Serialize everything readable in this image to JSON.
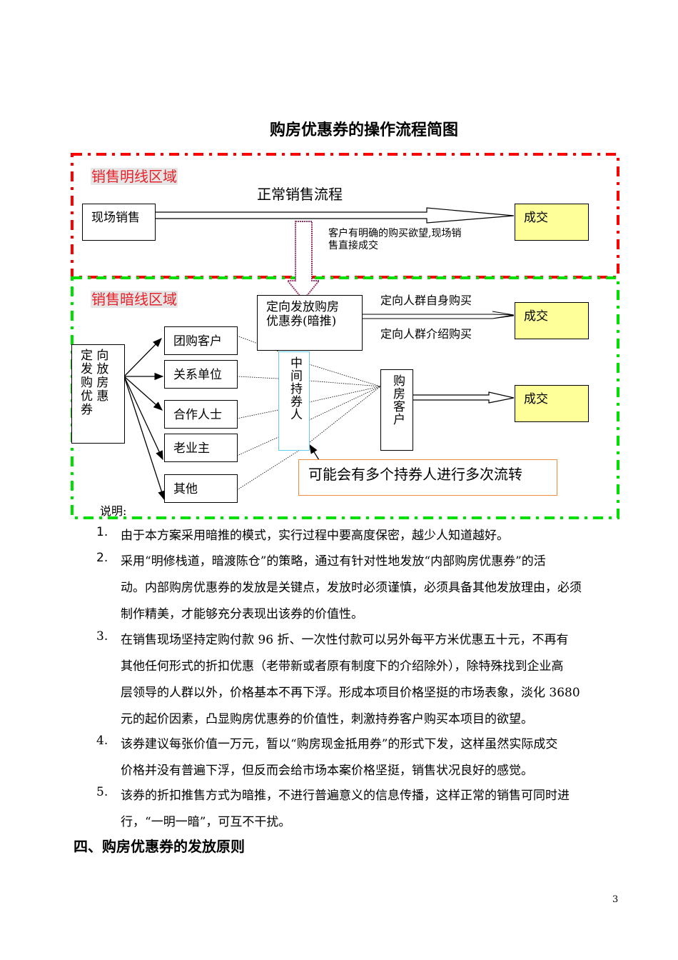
{
  "title": "购房优惠券的操作流程简图",
  "diagram": {
    "zone_open": "销售明线区域",
    "zone_hidden": "销售暗线区域",
    "normal_flow": "正常销售流程",
    "onsite_sales": "现场销售",
    "deal": "成交",
    "note_direct": [
      "客户有明确的购买欲望,现场销",
      "售直接成交"
    ],
    "targeted_issue": [
      "定向发放购房",
      "优惠券(暗推)"
    ],
    "self_buy": "定向人群自身购买",
    "referral_buy": "定向人群介绍购买",
    "left_box": [
      "定 向",
      "发 放",
      "购 房",
      "优 惠",
      "券"
    ],
    "groups": [
      "团购客户",
      "关系单位",
      "合作人士",
      "老业主",
      "其他"
    ],
    "middle_holder": "中间持券人",
    "buyer": "购房客户",
    "callout": "可能会有多个持券人进行多次流转",
    "explain": "说明:",
    "colors": {
      "red_zone": "#ff0000",
      "green_zone": "#00e000",
      "deal_fill": "#ffff99",
      "callout_border": "#f08c3c",
      "holder_border": "#66ccee",
      "down_arrow": "#993366"
    }
  },
  "list": [
    {
      "num": "1.",
      "lines": [
        "由于本方案采用暗推的模式，实行过程中要高度保密，越少人知道越好。"
      ]
    },
    {
      "num": "2.",
      "lines": [
        "采用“明修栈道，暗渡陈仓”的策略，通过有针对性地发放“内部购房优惠券”的活",
        "动。内部购房优惠券的发放是关键点，发放时必须谨慎，必须具备其他发放理由，必须",
        "制作精美，才能够充分表现出该券的价值性。"
      ]
    },
    {
      "num": "3.",
      "lines": [
        "在销售现场坚持定购付款 96 折、一次性付款可以另外每平方米优惠五十元，不再有",
        "其他任何形式的折扣优惠（老带新或者原有制度下的介绍除外），除特殊找到企业高",
        "层领导的人群以外，价格基本不再下浮。形成本项目价格坚挺的市场表象，淡化 3680",
        "元的起价因素，凸显购房优惠券的价值性，刺激持券客户购买本项目的欲望。"
      ]
    },
    {
      "num": "4.",
      "lines": [
        "该券建议每张价值一万元，暂以“购房现金抵用券”的形式下发，这样虽然实际成交",
        "价格并没有普遍下浮，但反而会给市场本案价格坚挺，销售状况良好的感觉。"
      ]
    },
    {
      "num": "5.",
      "lines": [
        "该券的折扣推售方式为暗推，不进行普遍意义的信息传播，这样正常的销售可同时进",
        "行，“一明一暗”，可互不干扰。"
      ]
    }
  ],
  "section_heading": "四、购房优惠券的发放原则",
  "page_number": "3"
}
